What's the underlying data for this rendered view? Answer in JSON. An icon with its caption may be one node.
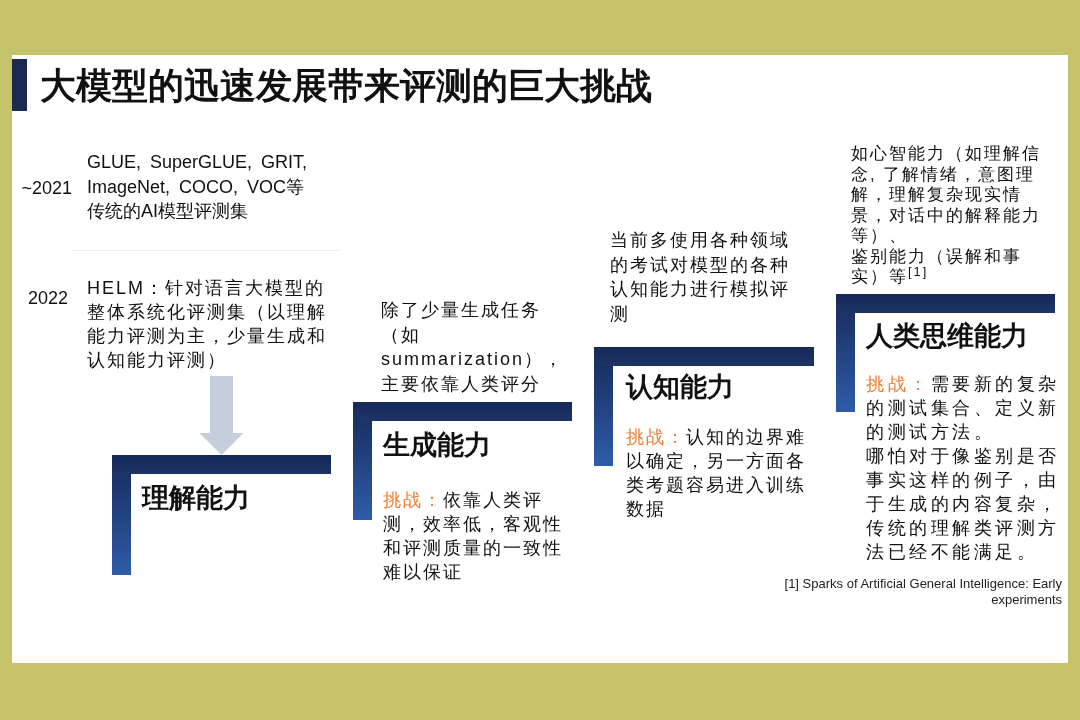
{
  "diagram": {
    "title": "大模型的迅速发展带来评测的巨大挑战",
    "nodes": [
      {
        "text": [
          "HELM：针对语言大模型的整体系统化评测集（以理解能力评测为主，少量生成和认知能力评测）"
        ],
        "beside": [
          "2022"
        ]
      },
      {
        "text": [
          "理解能力"
        ]
      },
      {
        "text": [
          "生成能力",
          "**挑战：**依靠人类评测，效率低，客观性和评测质量的一致性难以保证"
        ],
        "beside": [
          "除了少量生成任务（如summarization），主要依靠人类评分"
        ]
      },
      {
        "text": [
          "认知能力",
          "**挑战：**认知的边界难以确定，另一方面各类考题容易进入训练数据"
        ],
        "beside": [
          "当前多使用各种领域的考试对模型的各种认知能力进行模拟评测"
        ]
      },
      {
        "text": [
          "人类思维能力",
          "**挑战：**需要新的复杂的测试集合、定义新的测试方法。",
          "哪怕对于像鉴别是否事实这样的例子，由于生成的内容复杂，传统的理解类评测方法已经不能满足。"
        ],
        "beside": [
          "如心智能力（如理解信念, 了解情绪，意图理解，理解复杂现实情景，对话中的解释能力等）、",
          "鉴别能力（误解和事实）等$^{[1]}$"
        ]
      }
    ],
    "edges": [
      {
        "from": 0,
        "to": 1,
        "arrow": "to"
      }
    ],
    "labels": [
      "~2021",
      "GLUE, SuperGLUE, GRIT, ImageNet, COCO, VOC等传统的AI模型评测集",
      "[1] Sparks of Artificial General Intelligence: Early experiments"
    ]
  }
}
